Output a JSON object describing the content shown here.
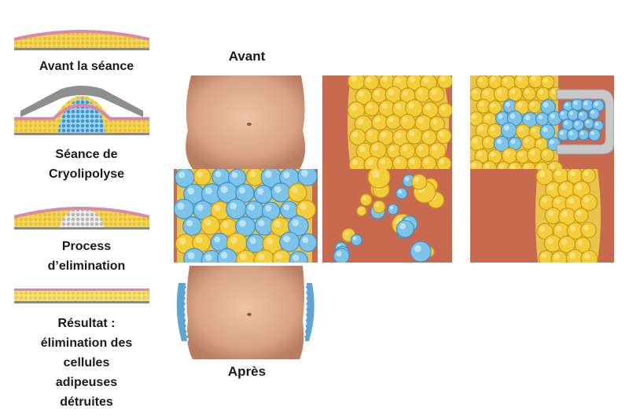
{
  "steps": [
    {
      "label": "Avant la séance",
      "icon": "skin-fat-layer-icon"
    },
    {
      "label": "Séance de Cryolipolyse",
      "icon": "cooling-applicator-icon"
    },
    {
      "label": "Process d’elimination",
      "icon": "fat-elimination-icon"
    },
    {
      "label": "Résultat : élimination des cellules adipeuses détruites",
      "icon": "thin-fat-layer-icon"
    }
  ],
  "headings": {
    "before": "Avant",
    "after": "Après"
  },
  "colors": {
    "fat": "#f2cf3a",
    "fat_edge": "#c9961a",
    "frozen": "#7cc4ea",
    "tissue": "#c86a4f",
    "skin_line": "#d98aa8",
    "skin": "#d9a486"
  }
}
